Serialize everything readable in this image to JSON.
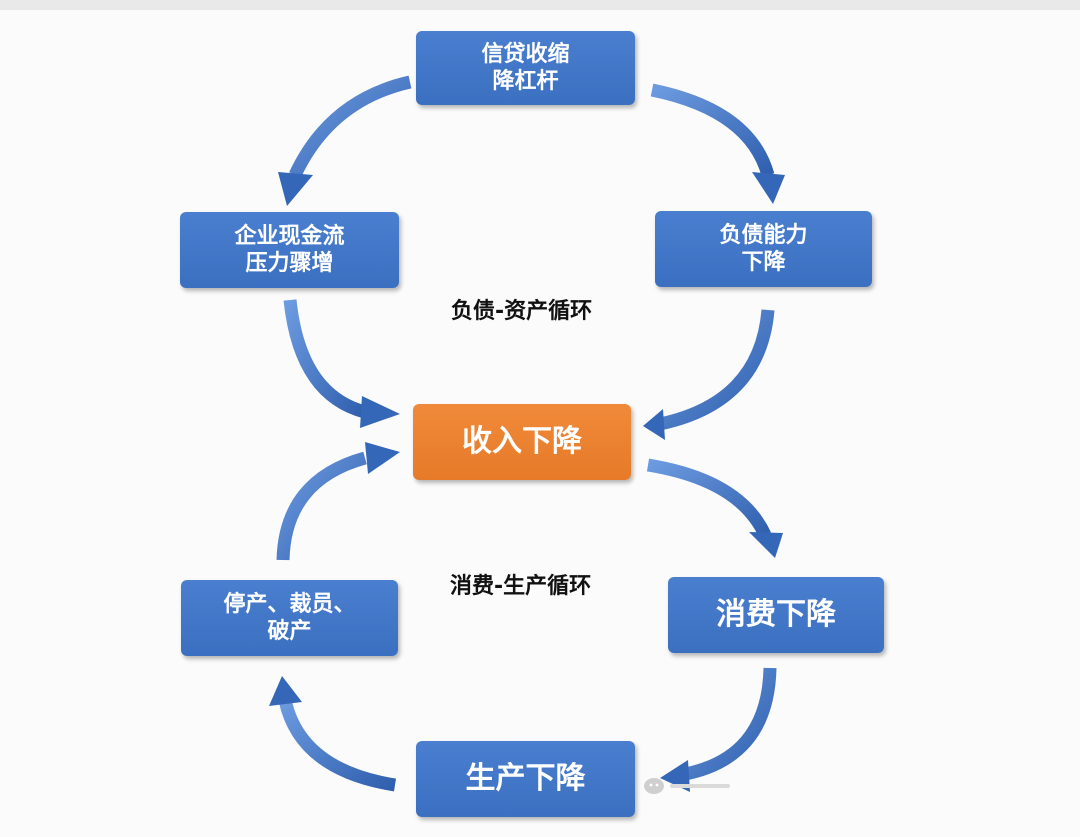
{
  "diagram": {
    "boxes": {
      "credit_tightening": {
        "lines": [
          "信贷收缩",
          "降杠杆"
        ]
      },
      "debt_capacity_down": {
        "lines": [
          "负债能力",
          "下降"
        ]
      },
      "cashflow_pressure": {
        "lines": [
          "企业现金流",
          "压力骤增"
        ]
      },
      "income_down": {
        "lines": [
          "收入下降"
        ]
      },
      "consumption_down": {
        "lines": [
          "消费下降"
        ]
      },
      "shutdown_layoffs": {
        "lines": [
          "停产、裁员、",
          "破产"
        ]
      },
      "production_down": {
        "lines": [
          "生产下降"
        ]
      }
    },
    "cycle_labels": {
      "debt_asset": "负债-资产循环",
      "consumption_production": "消费-生产循环"
    },
    "colors": {
      "box_blue": "#3f74c6",
      "box_orange": "#ec8230",
      "arrow_blue": "#3567b8",
      "text_dark": "#111111"
    }
  }
}
